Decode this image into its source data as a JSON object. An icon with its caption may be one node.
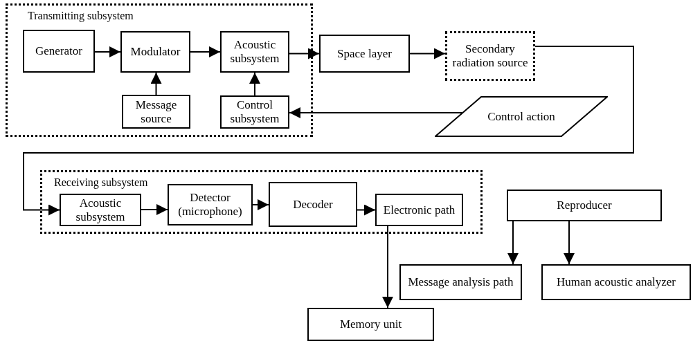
{
  "diagram": {
    "nodes": [
      {
        "text": [
          "Transmitting subsystem"
        ]
      },
      {
        "text": [
          "Generator"
        ],
        "in": 0
      },
      {
        "text": [
          "Modulator"
        ],
        "in": 0
      },
      {
        "text": [
          "Acoustic subsystem"
        ],
        "in": 0
      },
      {
        "text": [
          "Message source"
        ],
        "in": 0
      },
      {
        "text": [
          "Control subsystem"
        ],
        "in": 0
      },
      {
        "text": [
          "Space layer"
        ]
      },
      {
        "text": [
          "Secondary radiation source"
        ]
      },
      {
        "text": [
          "Control action"
        ]
      },
      {
        "text": [
          "Receiving subsystem"
        ]
      },
      {
        "text": [
          "Acoustic subsystem"
        ],
        "in": 9
      },
      {
        "text": [
          "Detector (microphone)"
        ],
        "in": 9
      },
      {
        "text": [
          "Decoder"
        ],
        "in": 9
      },
      {
        "text": [
          "Electronic path"
        ],
        "in": 9
      },
      {
        "text": [
          "Reproducer"
        ]
      },
      {
        "text": [
          "Message analysis path"
        ]
      },
      {
        "text": [
          "Human acoustic analyzer"
        ]
      },
      {
        "text": [
          "Memory unit"
        ]
      }
    ],
    "edges": [
      {
        "from": 1,
        "to": 2,
        "arrow": "to"
      },
      {
        "from": 2,
        "to": 3,
        "arrow": "to"
      },
      {
        "from": 3,
        "to": 6,
        "arrow": "to"
      },
      {
        "from": 4,
        "to": 2,
        "arrow": "to"
      },
      {
        "from": 5,
        "to": 3,
        "arrow": "to"
      },
      {
        "from": 6,
        "to": 7,
        "arrow": "to"
      },
      {
        "from": 8,
        "to": 5,
        "arrow": "to"
      },
      {
        "from": 7,
        "to": 10,
        "arrow": "to"
      },
      {
        "from": 10,
        "to": 11,
        "arrow": "to"
      },
      {
        "from": 11,
        "to": 12,
        "arrow": "to"
      },
      {
        "from": 12,
        "to": 13,
        "arrow": "to"
      },
      {
        "from": 13,
        "to": 17,
        "arrow": "to"
      },
      {
        "from": 14,
        "to": 15,
        "arrow": "to"
      },
      {
        "from": 14,
        "to": 16,
        "arrow": "to"
      }
    ]
  }
}
